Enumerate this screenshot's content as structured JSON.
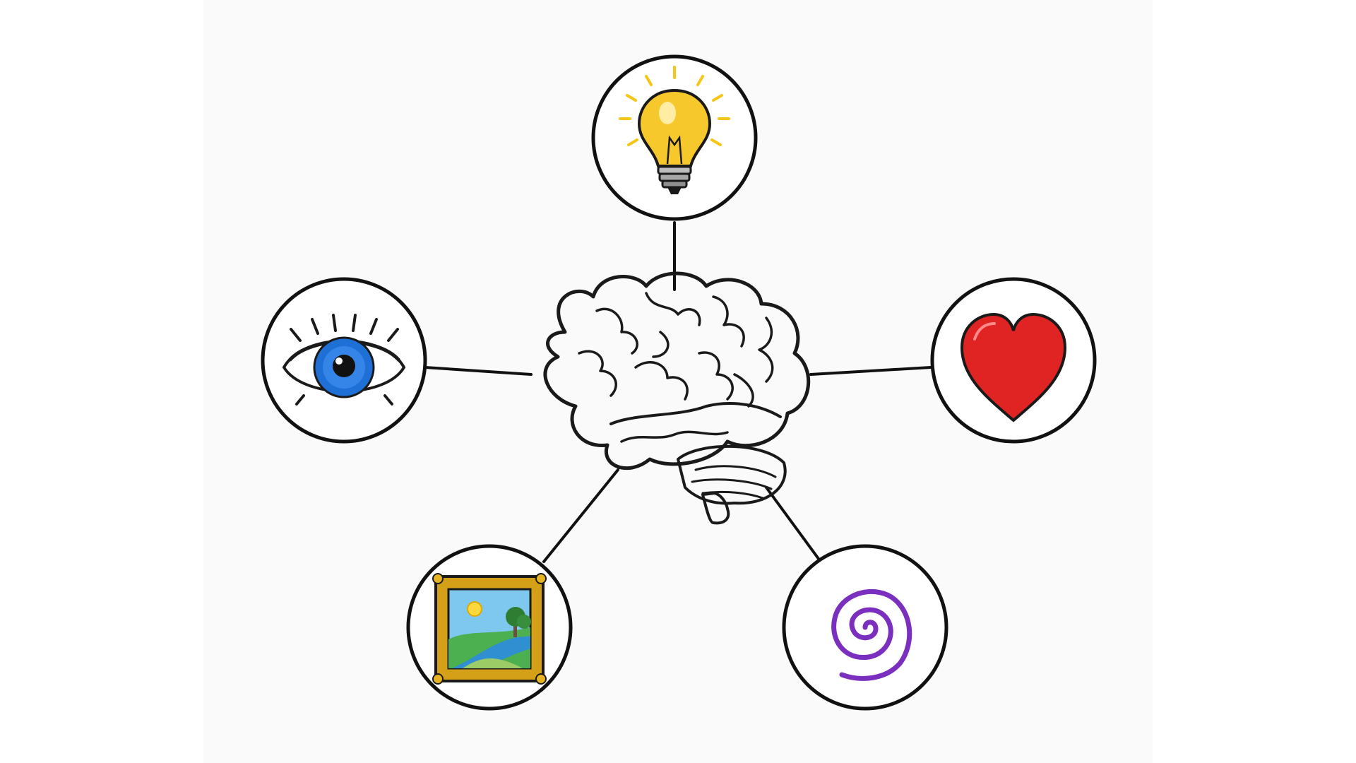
{
  "diagram": {
    "type": "mind-map",
    "center": {
      "icon": "brain-icon"
    },
    "nodes": [
      {
        "id": "lightbulb",
        "icon": "lightbulb-icon",
        "color": "#f5c518"
      },
      {
        "id": "eye",
        "icon": "eye-icon",
        "color": "#1e6fd6"
      },
      {
        "id": "heart",
        "icon": "heart-icon",
        "color": "#e02424"
      },
      {
        "id": "painting",
        "icon": "framed-landscape-icon",
        "color": "#d4a017"
      },
      {
        "id": "spiral",
        "icon": "spiral-icon",
        "color": "#7b2fbf"
      }
    ],
    "colors": {
      "outline": "#111111",
      "background": "#ffffff",
      "panel": "#fafafa"
    }
  }
}
